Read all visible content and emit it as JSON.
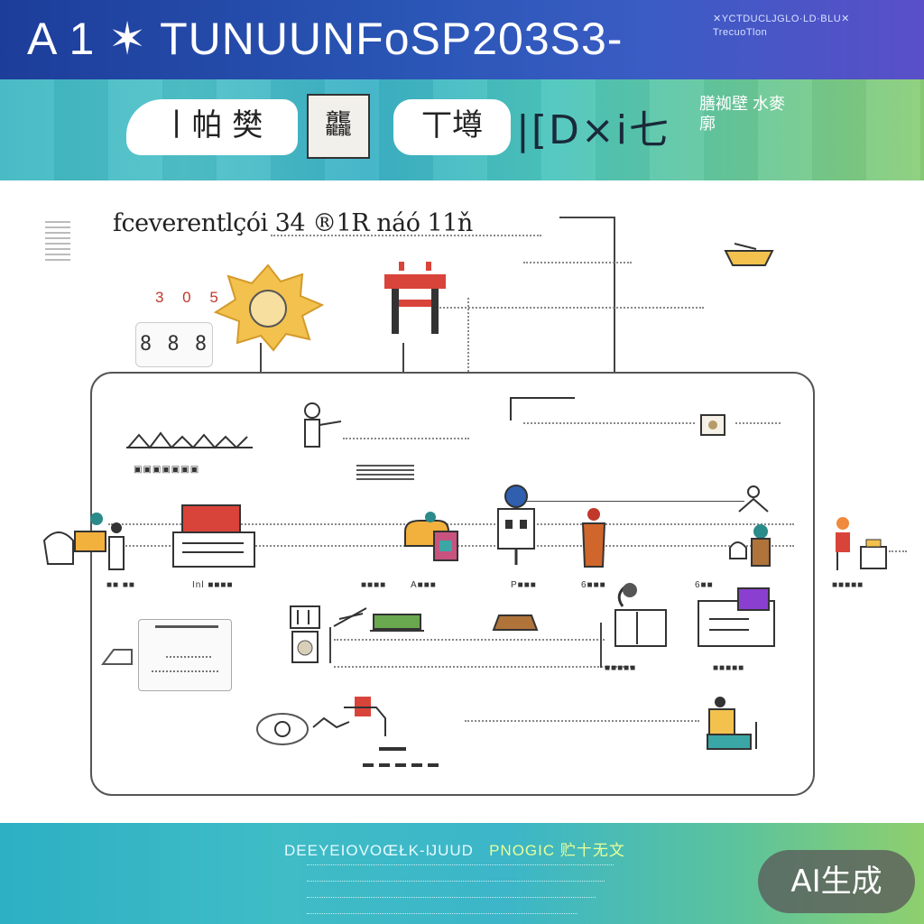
{
  "header": {
    "title": "A 1 ✶ TUNUUNFoSP203S3-",
    "subtitle": "✕YCTDUCLJGLO·LD·BLU✕ TrecuoTlon"
  },
  "subheader": {
    "pill_1": "丨帕 樊",
    "stamp": "龘",
    "pill_2": "丅墫",
    "dark_text": "|[D×i七",
    "small_text": "膳袽壁 水麥廓"
  },
  "diagram": {
    "heading": "fceverentlçói 34 ®1R náó 11ň",
    "counter_top": "3 0 5",
    "counter_box": "8 8 8",
    "labels": {
      "row1_left": "▣▣▣▣▣▣▣",
      "row2_a": "■■ ■■",
      "row2_b": "Inl  ■■■■",
      "row2_c": "■■■■",
      "row2_d": "A■■■",
      "row2_e": "P■■■",
      "row2_f": "6■■■",
      "row2_g": "6■■",
      "row2_h": "■■■■■",
      "row3_a": "■■■■■",
      "row3_b": "■■■■■"
    }
  },
  "footer": {
    "title_main": "DEEYEIOVOŒŁK‐ĲUUD",
    "title_accent": "PNOGIC 贮〸无文"
  },
  "badge": {
    "label": "AI生成"
  },
  "colors": {
    "header_blue": "#2a56b6",
    "teal": "#3fb7c3",
    "accent_red": "#d9443a",
    "accent_yellow": "#f2c14e",
    "accent_purple": "#8a3fd1"
  }
}
